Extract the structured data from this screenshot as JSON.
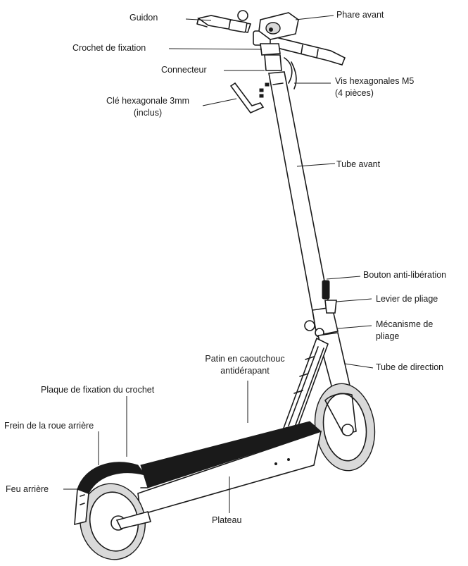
{
  "labels": {
    "guidon": "Guidon",
    "phare_avant": "Phare avant",
    "crochet_fixation": "Crochet de fixation",
    "connecteur": "Connecteur",
    "vis_line1": "Vis hexagonales M5",
    "vis_line2": "(4 pièces)",
    "cle_line1": "Clé hexagonale 3mm",
    "cle_line2": "(inclus)",
    "tube_avant": "Tube avant",
    "bouton_anti_liberation": "Bouton anti-libération",
    "levier_pliage": "Levier de pliage",
    "mecanisme_line1": "Mécanisme de",
    "mecanisme_line2": "pliage",
    "tube_direction": "Tube de direction",
    "patin_line1": "Patin en caoutchouc",
    "patin_line2": "antidérapant",
    "plaque_fixation": "Plaque de fixation du crochet",
    "frein_roue_arriere": "Frein de la roue arrière",
    "feu_arriere": "Feu arrière",
    "plateau": "Plateau"
  }
}
